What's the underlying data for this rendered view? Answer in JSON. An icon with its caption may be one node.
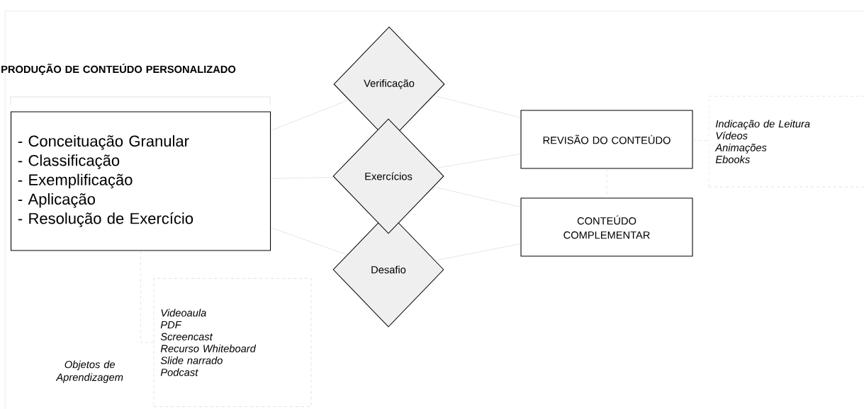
{
  "diagram": {
    "nodes": [
      {
        "text": [
          "PRODUÇÃO DE CONTEÚDO PERSONALIZADO",
          "- Conceituação Granular",
          "- Classificação",
          "- Exemplificação",
          "- Aplicação",
          "- Resolução de Exercício"
        ]
      },
      {
        "text": [
          "Verificação"
        ]
      },
      {
        "text": [
          "Exercícios"
        ]
      },
      {
        "text": [
          "Desafio"
        ]
      },
      {
        "text": [
          "REVISÃO DO CONTEÚDO"
        ]
      },
      {
        "text": [
          "CONTEÚDO COMPLEMENTAR"
        ]
      },
      {
        "text": [
          "Indicação de Leitura",
          "Vídeos",
          "Animações",
          "Ebooks"
        ]
      },
      {
        "text": [
          "Videoaula",
          "PDF",
          "Screencast",
          "Recurso Whiteboard",
          "Slide narrado",
          "Podcast"
        ],
        "beside": [
          "Objetos de Aprendizagem"
        ]
      }
    ],
    "edges": [
      {
        "from": 0,
        "to": 1,
        "arrow": "none"
      },
      {
        "from": 0,
        "to": 2,
        "arrow": "none"
      },
      {
        "from": 0,
        "to": 3,
        "arrow": "none"
      },
      {
        "from": 1,
        "to": 4,
        "arrow": "none"
      },
      {
        "from": 2,
        "to": 4,
        "arrow": "none"
      },
      {
        "from": 2,
        "to": 5,
        "arrow": "none"
      },
      {
        "from": 3,
        "to": 5,
        "arrow": "none"
      },
      {
        "from": 4,
        "to": 5,
        "arrow": "none",
        "style": "dashed"
      },
      {
        "from": 4,
        "to": 6,
        "arrow": "none",
        "style": "dashed"
      },
      {
        "from": 0,
        "to": 7,
        "arrow": "none",
        "style": "dashed"
      }
    ]
  }
}
